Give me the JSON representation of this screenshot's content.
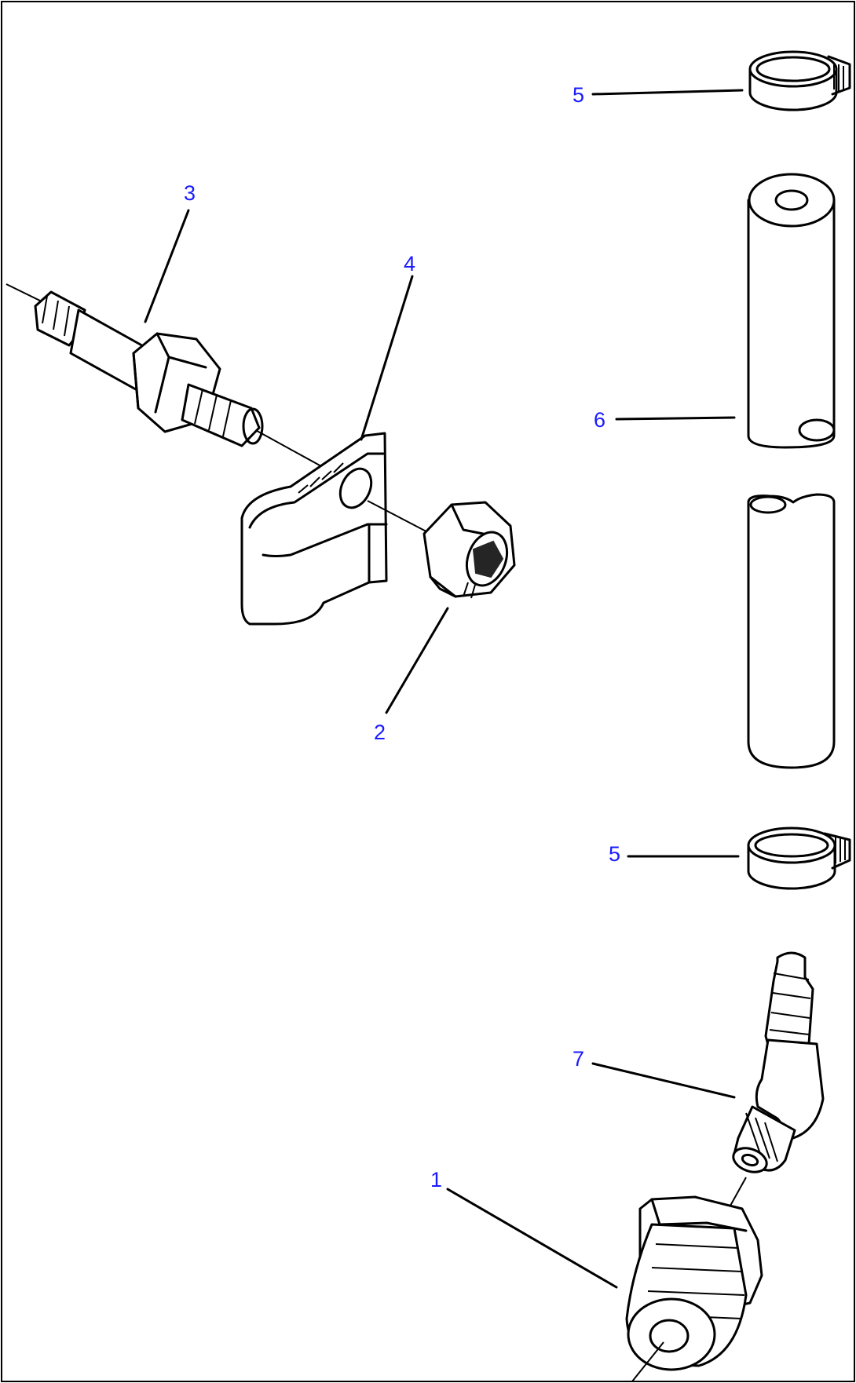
{
  "diagram": {
    "callouts": [
      {
        "id": "c5a",
        "label": "5"
      },
      {
        "id": "c3",
        "label": "3"
      },
      {
        "id": "c4",
        "label": "4"
      },
      {
        "id": "c6",
        "label": "6"
      },
      {
        "id": "c2",
        "label": "2"
      },
      {
        "id": "c5b",
        "label": "5"
      },
      {
        "id": "c7",
        "label": "7"
      },
      {
        "id": "c1",
        "label": "1"
      }
    ],
    "colors": {
      "callout": "#1a1aff",
      "line": "#000000",
      "background": "#ffffff"
    }
  }
}
